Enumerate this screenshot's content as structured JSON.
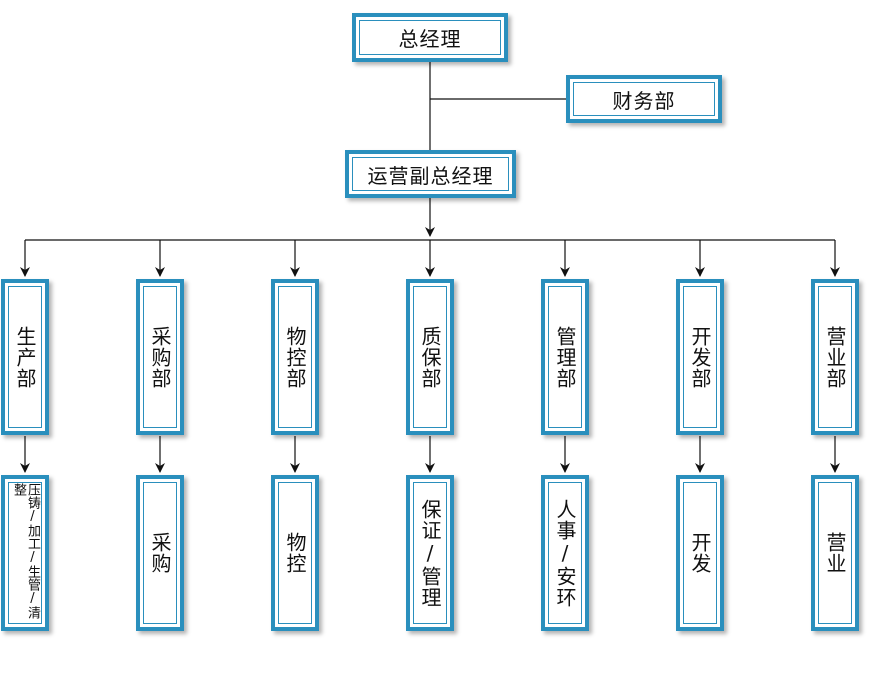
{
  "top": {
    "gm": "总经理",
    "finance": "财务部",
    "ops": "运营副总经理"
  },
  "departments": [
    {
      "name": "生产部",
      "sub": "压铸/加工/生管/清整"
    },
    {
      "name": "采购部",
      "sub": "采购"
    },
    {
      "name": "物控部",
      "sub": "物控"
    },
    {
      "name": "质保部",
      "sub": "保证/管理"
    },
    {
      "name": "管理部",
      "sub": "人事/安环"
    },
    {
      "name": "开发部",
      "sub": "开发"
    },
    {
      "name": "营业部",
      "sub": "营业"
    }
  ],
  "colors": {
    "border": "#2a8fbd",
    "line": "#111111"
  }
}
